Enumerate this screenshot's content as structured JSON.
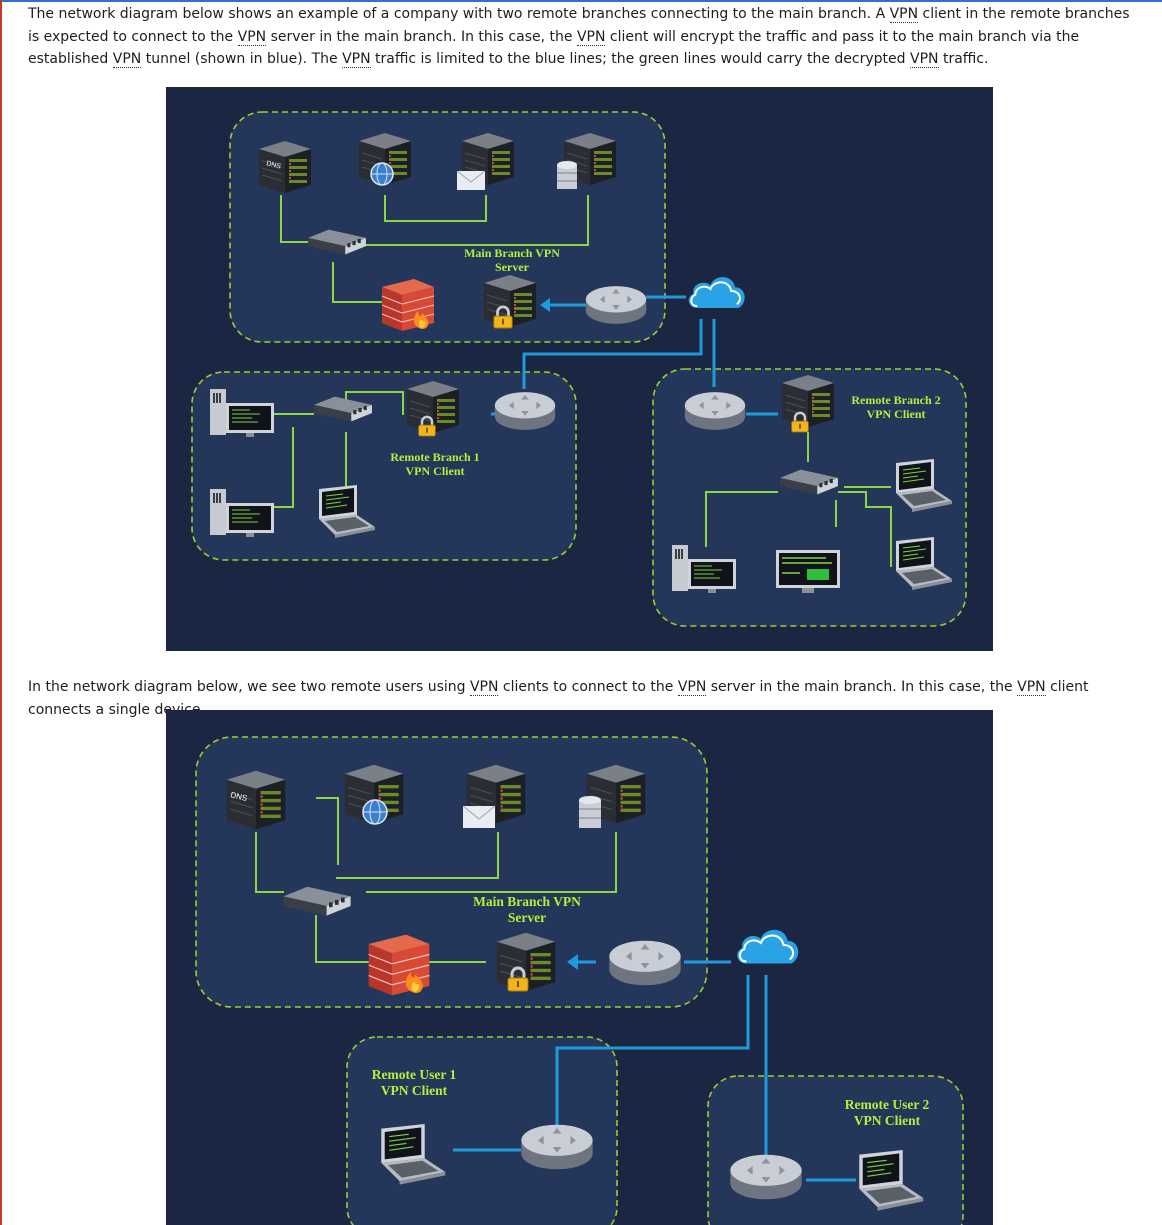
{
  "intro_text": {
    "segments": [
      "The network diagram below shows an example of a company with two remote branches connecting to the main branch. A ",
      "VPN",
      " client in the remote branches is expected to connect to the ",
      "VPN",
      " server in the main branch. In this case, the ",
      "VPN",
      " client will encrypt the traffic and pass it to the main branch via the established ",
      "VPN",
      " tunnel (shown in blue). The ",
      "VPN",
      " traffic is limited to the blue lines; the green lines would carry the decrypted ",
      "VPN",
      " traffic."
    ]
  },
  "middle_text": {
    "segments": [
      "In the network diagram below, we see two remote users using ",
      "VPN",
      " clients to connect to the ",
      "VPN",
      " server in the main branch. In this case, the ",
      "VPN",
      " client connects a single device."
    ]
  },
  "diagram1": {
    "labels": {
      "main_server_line1": "Main Branch VPN",
      "main_server_line2": "Server",
      "branch1_line1": "Remote Branch 1",
      "branch1_line2": "VPN Client",
      "branch2_line1": "Remote Branch 2",
      "branch2_line2": "VPN Client",
      "dns": "DNS"
    }
  },
  "diagram2": {
    "labels": {
      "main_server_line1": "Main Branch VPN",
      "main_server_line2": "Server",
      "user1_line1": "Remote User 1",
      "user1_line2": "VPN Client",
      "user2_line1": "Remote User 2",
      "user2_line2": "VPN Client",
      "dns": "DNS"
    }
  },
  "colors": {
    "panel_bg": "#1b2742",
    "zone_bg": "#24375a",
    "tunnel_blue": "#1e9bdc",
    "lan_green": "#8bd641",
    "label_green": "#b7ef3a"
  }
}
